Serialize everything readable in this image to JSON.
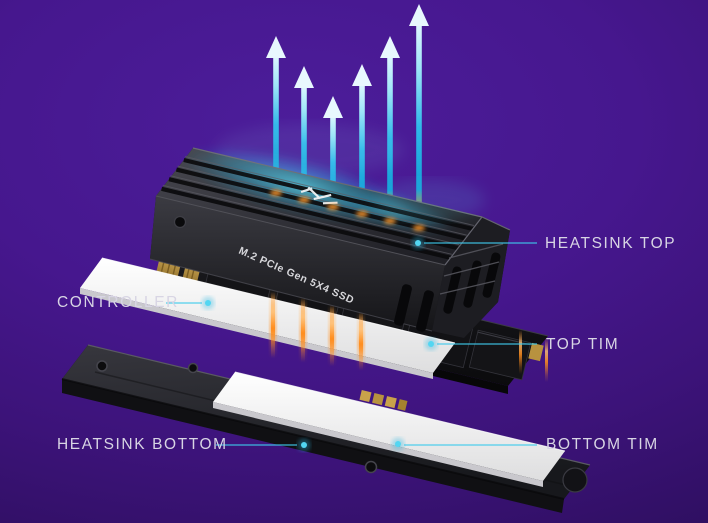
{
  "diagram": {
    "product_text": "M.2 PCIe Gen 5X4 SSD",
    "callouts": [
      {
        "id": "heatsink-top",
        "label": "HEATSINK TOP"
      },
      {
        "id": "controller",
        "label": "CONTROLLER"
      },
      {
        "id": "top-tim",
        "label": "TOP TIM"
      },
      {
        "id": "heatsink-bottom",
        "label": "HEATSINK BOTTOM"
      },
      {
        "id": "bottom-tim",
        "label": "BOTTOM TIM"
      }
    ],
    "colors": {
      "background_center": "#4c1d9a",
      "background_edge": "#2c0e5c",
      "callout_line": "#3fc9ec",
      "callout_dot": "#52d6f2",
      "label_text": "#d8d5e4",
      "arrow_hot": "#f49422",
      "arrow_cool": "#2fb9e9",
      "arrow_head": "#e8f8fe",
      "tim_pad": "#f4f3f6",
      "heatsink_metal": "#1b1b1f",
      "pcb_gold": "#c9a24a",
      "glow_cyan": "#4fd8f0"
    }
  }
}
